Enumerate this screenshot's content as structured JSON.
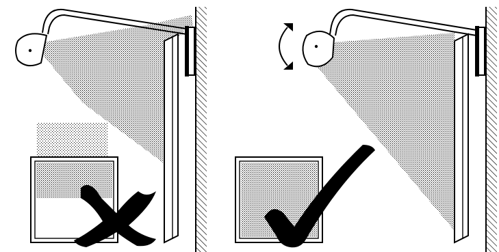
{
  "figure": {
    "panels": [
      {
        "id": "left",
        "verdict": "incorrect",
        "verdict_icon": "cross-mark-icon"
      },
      {
        "id": "right",
        "verdict": "correct",
        "verdict_icon": "check-mark-icon",
        "adjust_icon": "tilt-arrows-icon"
      }
    ],
    "colors": {
      "ink": "#000000",
      "background": "#ffffff",
      "light_pattern": "stipple"
    }
  }
}
